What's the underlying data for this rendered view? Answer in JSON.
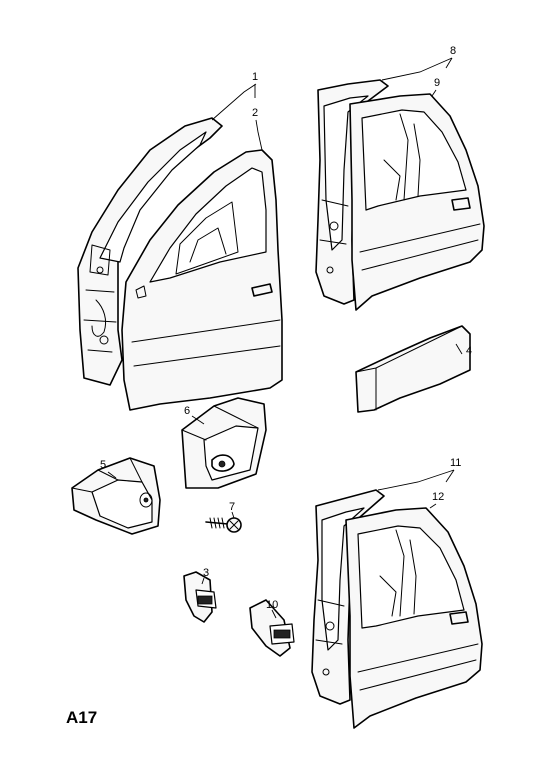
{
  "page_label": "A17",
  "callouts": {
    "c1": "1",
    "c2": "2",
    "c3": "3",
    "c4": "4",
    "c5": "5",
    "c6": "6",
    "c7": "7",
    "c8": "8",
    "c9": "9",
    "c10": "10",
    "c11": "11",
    "c12": "12"
  }
}
